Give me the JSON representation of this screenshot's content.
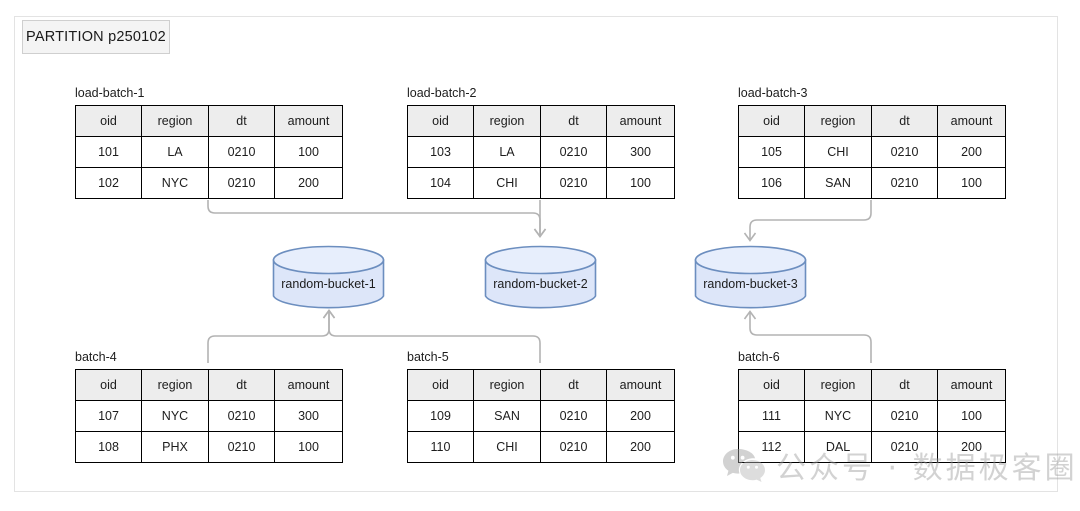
{
  "partition": {
    "label": "PARTITION  p250102"
  },
  "columns": [
    "oid",
    "region",
    "dt",
    "amount"
  ],
  "batches": [
    {
      "title": "load-batch-1",
      "rows": [
        [
          "101",
          "LA",
          "0210",
          "100"
        ],
        [
          "102",
          "NYC",
          "0210",
          "200"
        ]
      ]
    },
    {
      "title": "load-batch-2",
      "rows": [
        [
          "103",
          "LA",
          "0210",
          "300"
        ],
        [
          "104",
          "CHI",
          "0210",
          "100"
        ]
      ]
    },
    {
      "title": "load-batch-3",
      "rows": [
        [
          "105",
          "CHI",
          "0210",
          "200"
        ],
        [
          "106",
          "SAN",
          "0210",
          "100"
        ]
      ]
    },
    {
      "title": "batch-4",
      "rows": [
        [
          "107",
          "NYC",
          "0210",
          "300"
        ],
        [
          "108",
          "PHX",
          "0210",
          "100"
        ]
      ]
    },
    {
      "title": "batch-5",
      "rows": [
        [
          "109",
          "SAN",
          "0210",
          "200"
        ],
        [
          "110",
          "CHI",
          "0210",
          "200"
        ]
      ]
    },
    {
      "title": "batch-6",
      "rows": [
        [
          "111",
          "NYC",
          "0210",
          "100"
        ],
        [
          "112",
          "DAL",
          "0210",
          "200"
        ]
      ]
    }
  ],
  "buckets": [
    {
      "label": "random-bucket-1"
    },
    {
      "label": "random-bucket-2"
    },
    {
      "label": "random-bucket-3"
    }
  ],
  "watermark": {
    "text": "公众号 · 数据极客圈",
    "icon": "wechat-icon"
  },
  "colors": {
    "bucket_fill": "#dde6f9",
    "bucket_stroke": "#6c8ebf",
    "connector": "#b3b3b3",
    "table_header_fill": "#ededed",
    "table_border": "#000000",
    "frame_border": "#e3e3e3",
    "partition_label_fill": "#f4f4f4"
  }
}
